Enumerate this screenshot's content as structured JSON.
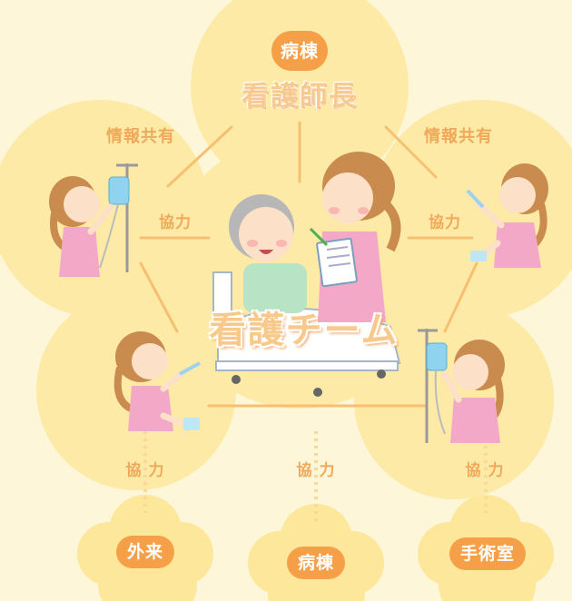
{
  "center_title": "看護チーム",
  "top_badge": "病棟",
  "head_nurse": "看護師長",
  "info_sharing_left": "情報共有",
  "info_sharing_right": "情報共有",
  "coop_upper_left": "協力",
  "coop_upper_right": "協力",
  "coop_bottom_left": "協 力",
  "coop_bottom_center": "協 力",
  "coop_bottom_right": "協 力",
  "bottom_nodes": [
    "外来",
    "病棟",
    "手術室"
  ],
  "colors": {
    "accent": "#f5a048",
    "label": "#f0a95a",
    "petal": "#fdeaa0",
    "background": "#fdf6d8"
  }
}
